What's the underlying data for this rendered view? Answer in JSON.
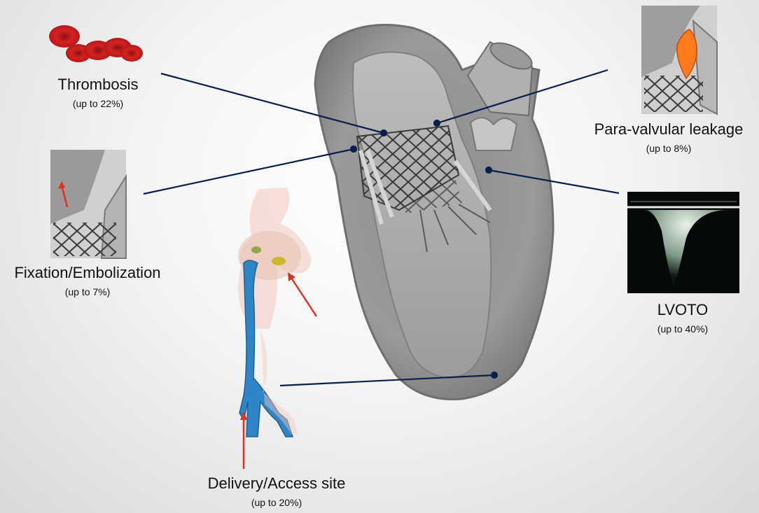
{
  "complications": [
    {
      "title": "Thrombosis",
      "range": "(up to 22%)"
    },
    {
      "title": "Para-valvular leakage",
      "range": "(up to 8%)"
    },
    {
      "title": "Fixation/Embolization",
      "range": "(up to 7%)"
    },
    {
      "title": "LVOTO",
      "range": "(up to 40%)"
    },
    {
      "title": "Delivery/Access site",
      "range": "(up to 20%)"
    }
  ],
  "colors": {
    "leader_line": "#0b1f4d",
    "arrow": "#e0301e",
    "vessel": "#2f86c6",
    "blood_cell": "#c81d1d",
    "jet": "#ff7a1a"
  },
  "icons": [
    "heart-illustration",
    "blood-cells-icon",
    "valve-leak-thumbnail",
    "valve-embolization-thumbnail",
    "doppler-lvoto-image",
    "aorta-femoral-vessel-model"
  ]
}
